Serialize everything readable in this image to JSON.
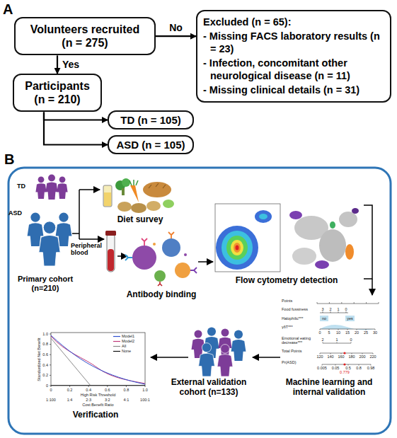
{
  "diagram": {
    "nodes": [
      {
        "text": [
          "Volunteers recruited (n = 275)"
        ]
      },
      {
        "text": [
          "Excluded (n = 65):",
          "- Missing FACS laboratory results (n = 23)",
          "- Infection, concomitant other neurological disease (n = 11)",
          "- Missing clinical details (n = 31)"
        ]
      },
      {
        "text": [
          "Participants (n = 210)"
        ]
      },
      {
        "text": [
          "TD (n = 105)"
        ]
      },
      {
        "text": [
          "ASD (n = 105)"
        ]
      }
    ],
    "edges": [
      {
        "from": 0,
        "to": 1,
        "label": "No",
        "arrow": "to"
      },
      {
        "from": 0,
        "to": 2,
        "label": "Yes",
        "arrow": "to"
      },
      {
        "from": 2,
        "to": 3,
        "arrow": "to"
      },
      {
        "from": 2,
        "to": 4,
        "arrow": "to"
      }
    ],
    "labels": [
      "A",
      "B",
      "TD",
      "ASD",
      "Primary cohort (n=210)",
      "Peripheral blood",
      "Diet survey",
      "Antibody binding",
      "Flow cytometry detection",
      "Machine learning and internal validation",
      "External validation cohort (n=133)",
      "Verification",
      "Points",
      "Food fussiness",
      "3",
      "2",
      "1",
      "0",
      "Halophilic***",
      "no",
      "yes",
      "γδT***",
      "0",
      "5",
      "10",
      "15",
      "20",
      "25",
      "30",
      "Emotional eating decrease***",
      "2",
      "1",
      "0",
      "Total Points",
      "120",
      "140",
      "160",
      "180",
      "200",
      "220",
      "Pr(ASD)",
      "0.005",
      "0.05",
      "0.5",
      "0.8",
      "0.98",
      "0.779",
      "Standardized Net Benefit",
      "0",
      "0.2",
      "0.4",
      "0.6",
      "0.8",
      "1.0",
      "0",
      "0.2",
      "0.4",
      "0.6",
      "0.8",
      "1.0",
      "High Risk Threshold",
      "1:100",
      "1:4",
      "2:3",
      "3:2",
      "4:1",
      "100:1",
      "Cost:Benefit Ratio"
    ],
    "legend": [
      {
        "text": "Model1"
      },
      {
        "text": "Model2"
      },
      {
        "text": "All"
      },
      {
        "text": "None"
      }
    ]
  }
}
